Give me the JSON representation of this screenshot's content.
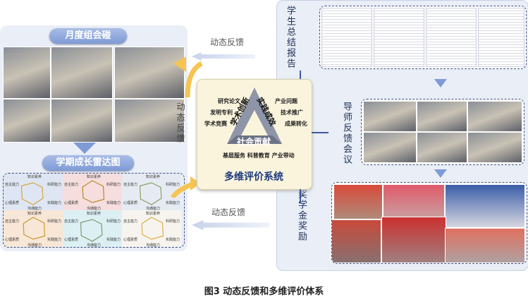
{
  "left_panel": {
    "title_top": "月度组会碰",
    "title_bottom": "学期成长雷达图",
    "radar_labels": [
      "知识素养",
      "科研能力",
      "实践能力",
      "沟通能力",
      "心理素质",
      "自主能力"
    ]
  },
  "feedback": {
    "top": "动态反馈",
    "middle": "动态反馈",
    "bottom": "动态反馈"
  },
  "center": {
    "left_side": "学术创新",
    "right_side": "实践成效",
    "bottom_side": "社会贡献",
    "left_items": [
      "研究论文",
      "发明专利",
      "学术竞赛"
    ],
    "right_items": [
      "产业问题",
      "技术推广",
      "成果转化"
    ],
    "bottom_items": "基层服务 科普教育 产业带动",
    "title": "多维评价系统"
  },
  "right_panel": {
    "report": "学生总结报告",
    "meeting": "导师反馈会议",
    "award": "奖学金奖励"
  },
  "caption": "图3 动态反馈和多维评价体系",
  "colors": {
    "accent": "#1e2f55",
    "arrow": "#f5c451",
    "panel": "#e9eef7"
  }
}
